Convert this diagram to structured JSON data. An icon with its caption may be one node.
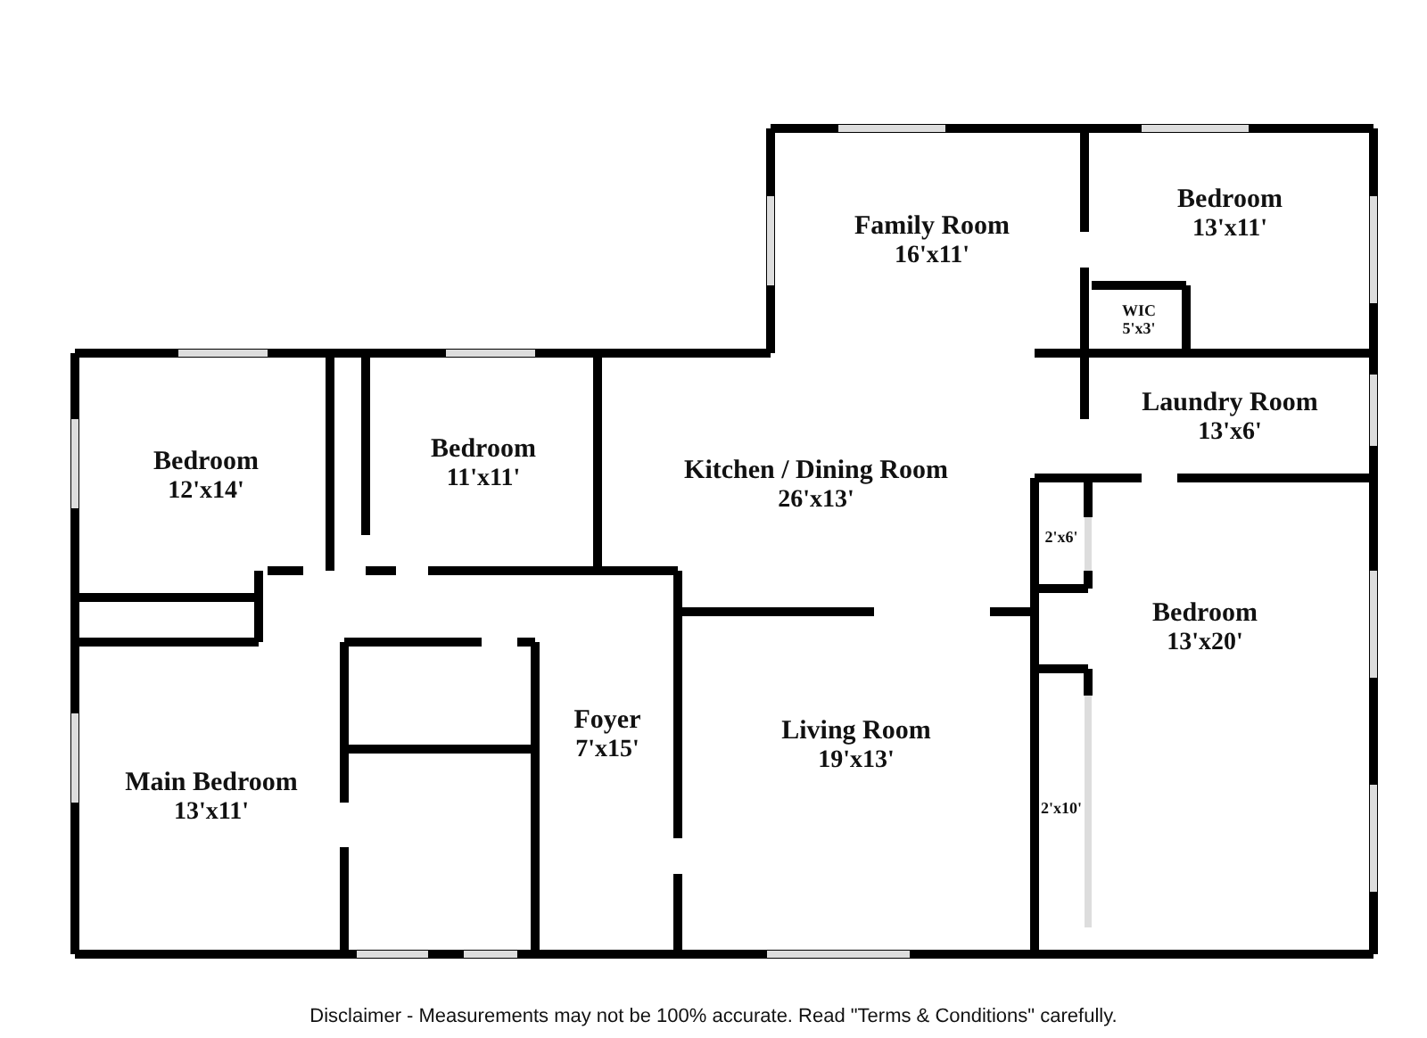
{
  "diagram": {
    "caption": "Disclaimer - Measurements may not be 100% accurate. Read \"Terms & Conditions\" carefully.",
    "nodes": [
      {
        "text": [
          "Family Room",
          "16'x11'"
        ]
      },
      {
        "text": [
          "Bedroom",
          "13'x11'"
        ]
      },
      {
        "text": [
          "WIC",
          "5'x3'"
        ]
      },
      {
        "text": [
          "Bedroom",
          "12'x14'"
        ]
      },
      {
        "text": [
          "Bedroom",
          "11'x11'"
        ]
      },
      {
        "text": [
          "Laundry Room",
          "13'x6'"
        ]
      },
      {
        "text": [
          "Kitchen / Dining Room",
          "26'x13'"
        ]
      },
      {
        "text": [
          "Bedroom",
          "13'x20'"
        ]
      },
      {
        "text": [
          "2'x6'"
        ]
      },
      {
        "text": [
          "2'x10'"
        ]
      },
      {
        "text": [
          "Main Bedroom",
          "13'x11'"
        ]
      },
      {
        "text": [
          "Foyer",
          "7'x15'"
        ]
      },
      {
        "text": [
          "Living Room",
          "19'x13'"
        ]
      }
    ],
    "edges": []
  }
}
